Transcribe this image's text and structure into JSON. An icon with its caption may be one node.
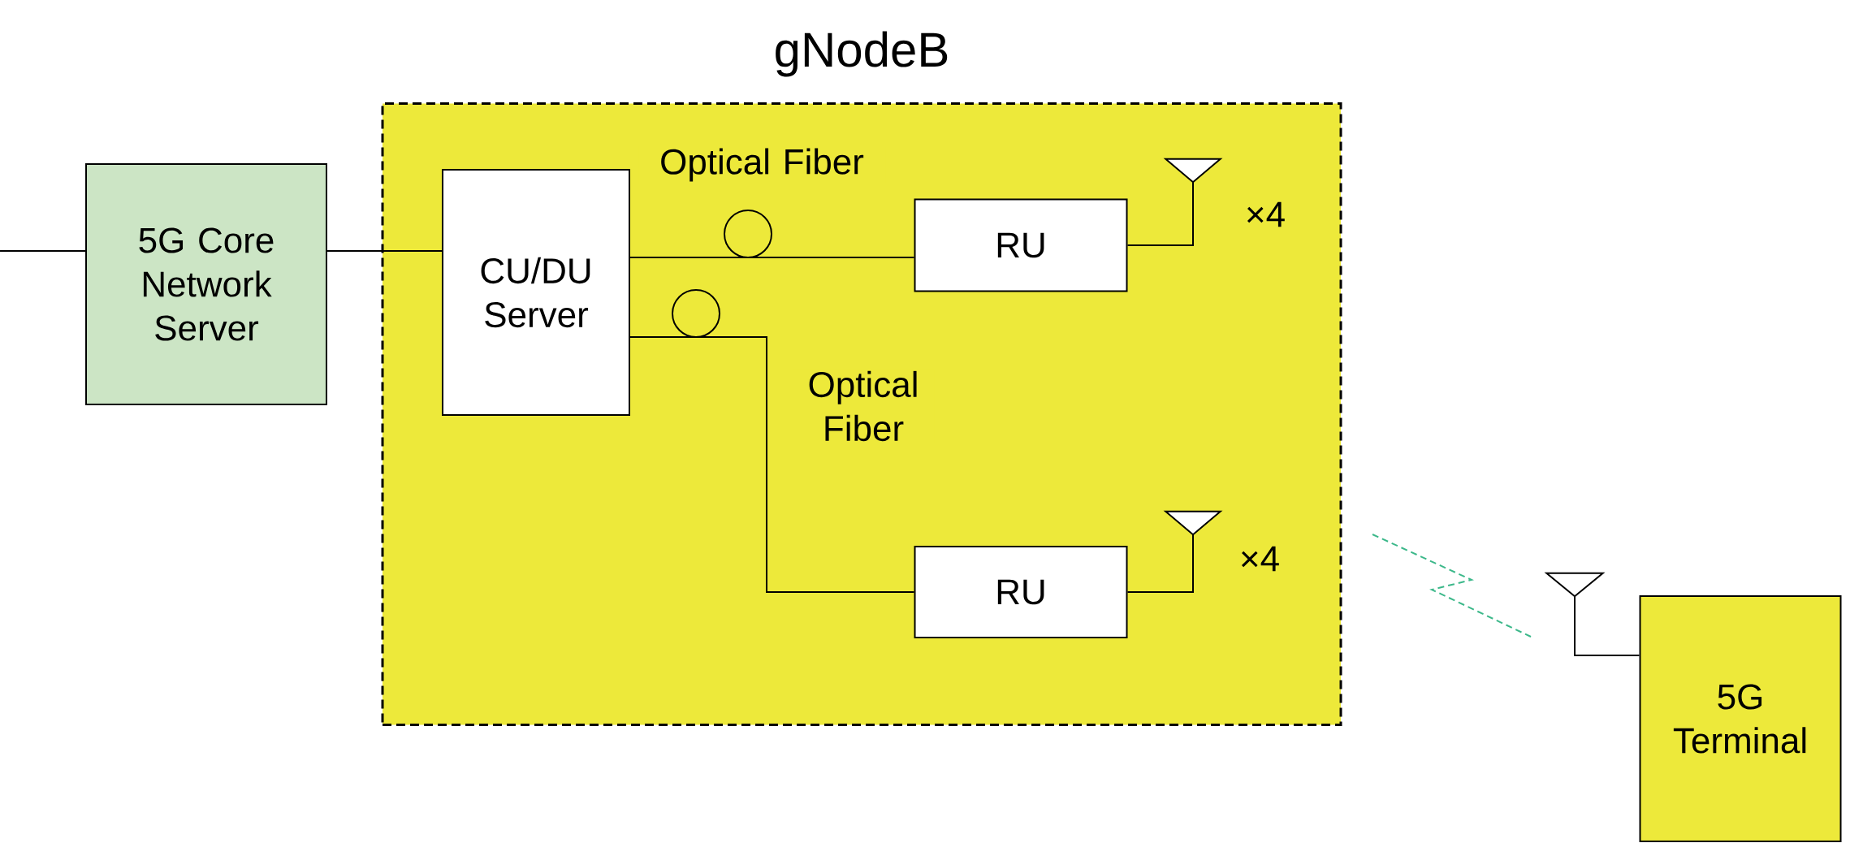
{
  "diagram": {
    "nodes": [
      {
        "text": [
          "gNodeB"
        ]
      },
      {
        "text": [
          "5G Core Network Server"
        ]
      },
      {
        "text": [
          "CU/DU Server"
        ],
        "in": 0
      },
      {
        "text": [
          "RU"
        ],
        "in": 0
      },
      {
        "text": [
          "RU"
        ],
        "in": 0
      },
      {
        "text": [
          "5G Terminal"
        ]
      },
      {
        "text": [],
        "shape": "antenna",
        "in": 0,
        "beside": [
          "×4"
        ]
      },
      {
        "text": [],
        "shape": "antenna",
        "in": 0,
        "beside": [
          "×4"
        ]
      },
      {
        "text": [],
        "shape": "antenna"
      }
    ],
    "edges": [
      {
        "from": null,
        "to": 1,
        "arrow": "none"
      },
      {
        "from": 1,
        "to": 2,
        "arrow": "none"
      },
      {
        "from": 2,
        "to": 3,
        "arrow": "none",
        "label": "Optical Fiber"
      },
      {
        "from": 2,
        "to": 4,
        "arrow": "none",
        "label": "Optical Fiber"
      },
      {
        "from": 3,
        "to": 6,
        "arrow": "none"
      },
      {
        "from": 4,
        "to": 7,
        "arrow": "none"
      },
      {
        "from": 8,
        "to": 5,
        "arrow": "none"
      }
    ]
  }
}
